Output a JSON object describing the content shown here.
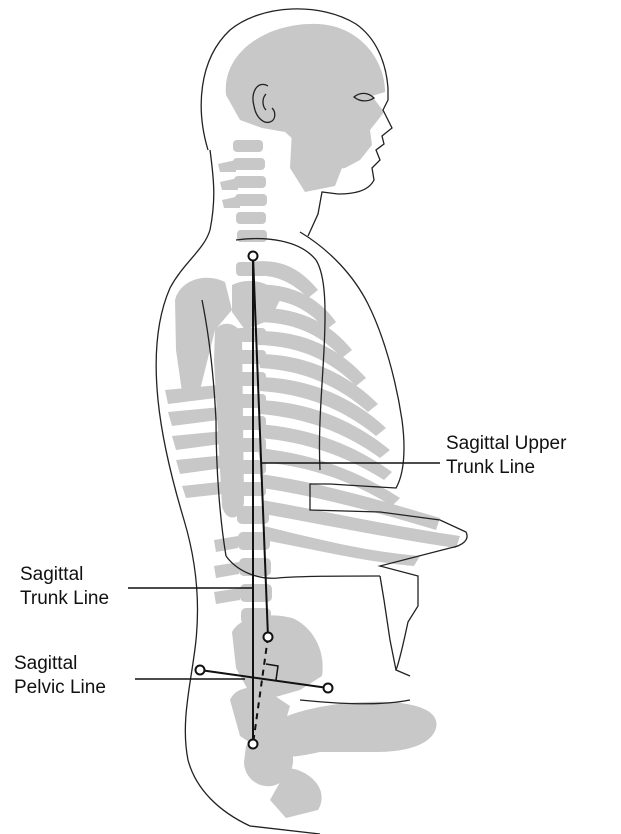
{
  "labels": {
    "upper_trunk_line": [
      "Sagittal Upper",
      "Trunk Line"
    ],
    "trunk_line": [
      "Sagittal",
      "Trunk Line"
    ],
    "pelvic_line": [
      "Sagittal",
      "Pelvic Line"
    ]
  },
  "colors": {
    "bone": "#c8c8c8",
    "outline": "#222222",
    "measure_line": "#111111",
    "background": "#ffffff"
  }
}
